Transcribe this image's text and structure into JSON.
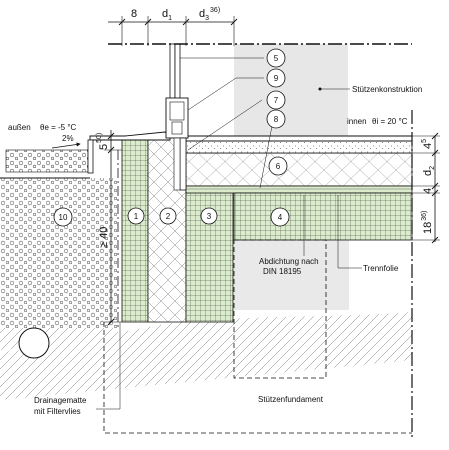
{
  "dimensions": {
    "top": {
      "a": "8",
      "b": "d",
      "b_sub": "1",
      "c": "d",
      "c_sub": "3",
      "c_sup": "36)"
    },
    "right": {
      "a": "4",
      "a_sup": "5",
      "b": "d",
      "b_sub": "2",
      "c": "4",
      "d": "18",
      "d_sup": "36)"
    },
    "left": {
      "a": "5",
      "a_sup": "50)",
      "b": "≥ 40"
    }
  },
  "labels": {
    "outside": "außen",
    "outside_temp": "θe = -5 °C",
    "inside": "innen",
    "inside_temp": "θi = 20 °C",
    "slope": "2%",
    "column_construction": "Stützenkonstruktion",
    "sealing_line1": "Abdichtung nach",
    "sealing_line2": "DIN 18195",
    "separating_foil": "Trennfolie",
    "drainage_line1": "Drainagematte",
    "drainage_line2": "mit Filtervlies",
    "column_foundation": "Stützenfundament"
  },
  "markers": [
    "1",
    "2",
    "3",
    "4",
    "5",
    "6",
    "7",
    "8",
    "9",
    "10"
  ],
  "colors": {
    "green_fill": "#dbeccc",
    "gray_fill": "#e7e7e7",
    "line": "#111111",
    "hatch": "#444444"
  }
}
